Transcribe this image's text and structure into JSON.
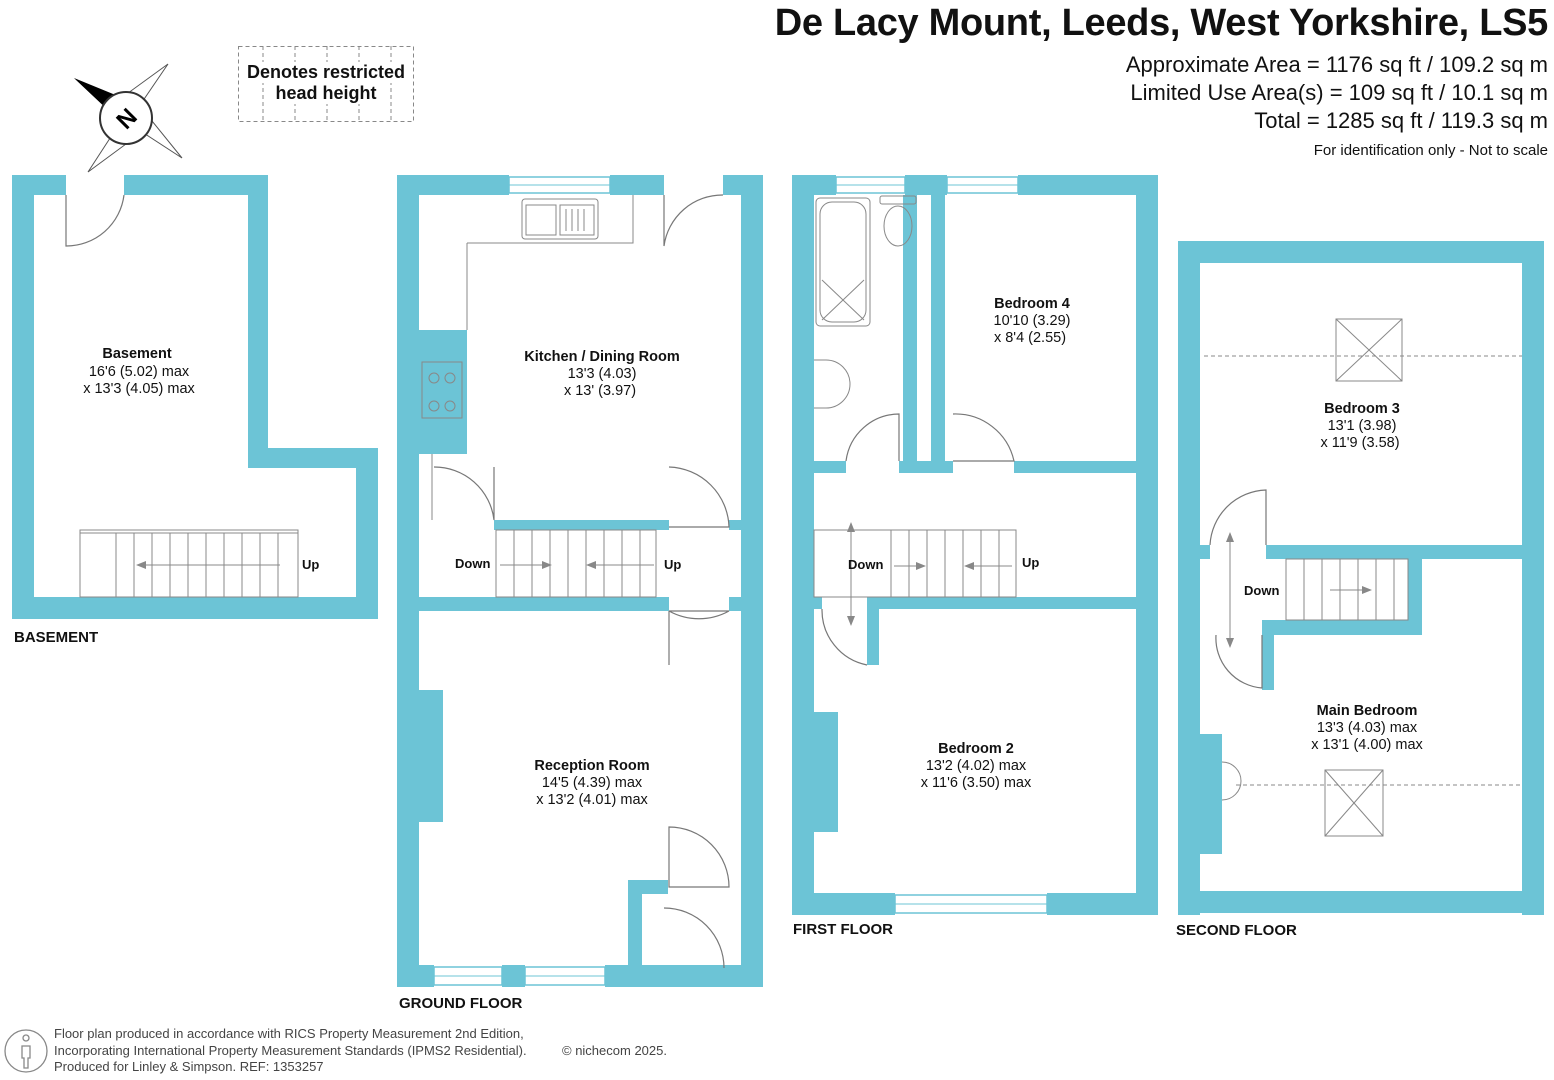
{
  "header": {
    "title": "De Lacy Mount, Leeds, West Yorkshire, LS5",
    "approx_area": "Approximate Area = 1176 sq ft / 109.2 sq m",
    "limited_area": "Limited Use Area(s) = 109 sq ft / 10.1 sq m",
    "total_area": "Total = 1285 sq ft / 119.3 sq m",
    "note": "For identification only - Not to scale"
  },
  "legend": {
    "restricted_line1": "Denotes restricted",
    "restricted_line2": "head height"
  },
  "compass": {
    "letter": "N"
  },
  "colors": {
    "wall": "#6cc4d6",
    "fixture_stroke": "#888888",
    "text": "#111111"
  },
  "floors": {
    "basement": {
      "label": "BASEMENT",
      "rooms": [
        {
          "name": "Basement",
          "dim1": "16'6 (5.02) max",
          "dim2": "x 13'3 (4.05) max"
        }
      ],
      "stairs": {
        "up": "Up"
      }
    },
    "ground": {
      "label": "GROUND FLOOR",
      "rooms": [
        {
          "name": "Kitchen / Dining Room",
          "dim1": "13'3 (4.03)",
          "dim2": "x 13' (3.97)"
        },
        {
          "name": "Reception Room",
          "dim1": "14'5 (4.39) max",
          "dim2": "x 13'2 (4.01) max"
        }
      ],
      "stairs": {
        "down": "Down",
        "up": "Up"
      }
    },
    "first": {
      "label": "FIRST FLOOR",
      "rooms": [
        {
          "name": "Bedroom 4",
          "dim1": "10'10 (3.29)",
          "dim2": "x 8'4 (2.55)"
        },
        {
          "name": "Bedroom 2",
          "dim1": "13'2 (4.02) max",
          "dim2": "x 11'6 (3.50) max"
        }
      ],
      "stairs": {
        "down": "Down",
        "up": "Up"
      }
    },
    "second": {
      "label": "SECOND FLOOR",
      "rooms": [
        {
          "name": "Bedroom 3",
          "dim1": "13'1 (3.98)",
          "dim2": "x 11'9 (3.58)"
        },
        {
          "name": "Main Bedroom",
          "dim1": "13'3 (4.03) max",
          "dim2": "x 13'1 (4.00) max"
        }
      ],
      "stairs": {
        "down": "Down"
      }
    }
  },
  "footer": {
    "line1": "Floor plan produced in accordance with RICS Property Measurement 2nd Edition,",
    "line2": "Incorporating International Property Measurement Standards (IPMS2 Residential).",
    "line3": "Produced for Linley & Simpson.   REF:  1353257",
    "copyright": "© nichecom 2025."
  }
}
